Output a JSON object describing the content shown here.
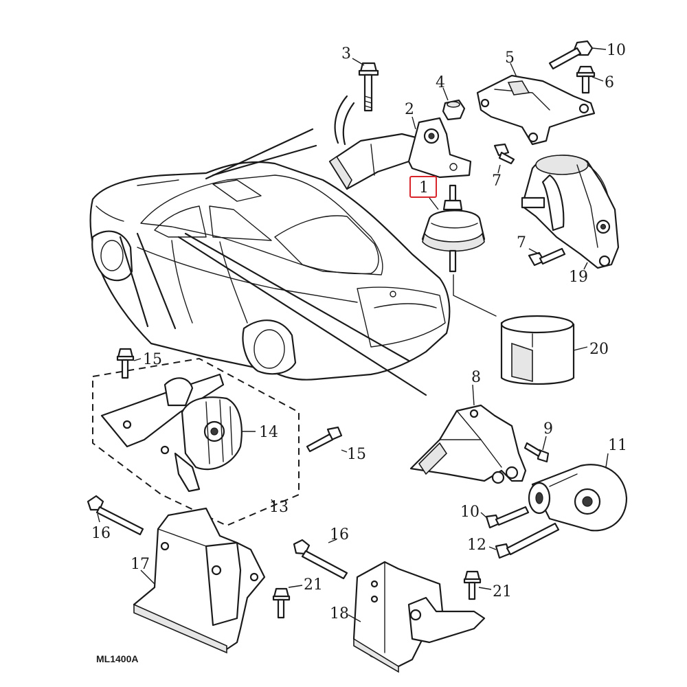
{
  "figure": {
    "code": "ML1400A",
    "highlighted_callout": "1"
  },
  "callouts": {
    "c1": "1",
    "c2": "2",
    "c3": "3",
    "c4": "4",
    "c5": "5",
    "c6": "6",
    "c7a": "7",
    "c7b": "7",
    "c8": "8",
    "c9": "9",
    "c10a": "10",
    "c10b": "10",
    "c11": "11",
    "c12": "12",
    "c13": "13",
    "c14": "14",
    "c15a": "15",
    "c15b": "15",
    "c16a": "16",
    "c16b": "16",
    "c17": "17",
    "c18": "18",
    "c19": "19",
    "c20": "20",
    "c21a": "21",
    "c21b": "21"
  },
  "colors": {
    "ink": "#1a1a1a",
    "highlight": "#d9232a",
    "background": "#ffffff"
  }
}
